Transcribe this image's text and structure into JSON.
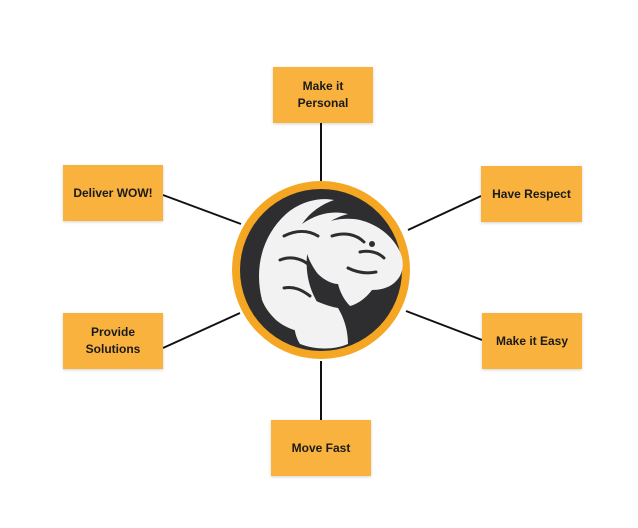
{
  "diagram": {
    "center": {
      "emblem": "lion-head-icon",
      "ring_color": "#f5a623",
      "fill_color": "#2e2e30"
    },
    "box_color": "#f9b23d",
    "nodes": {
      "top": "Make it Personal",
      "top_left": "Deliver WOW!",
      "top_right": "Have Respect",
      "bottom_left_line1": "Provide",
      "bottom_left_line2": "Solutions",
      "bottom_right": "Make it Easy",
      "bottom": "Move Fast"
    }
  }
}
